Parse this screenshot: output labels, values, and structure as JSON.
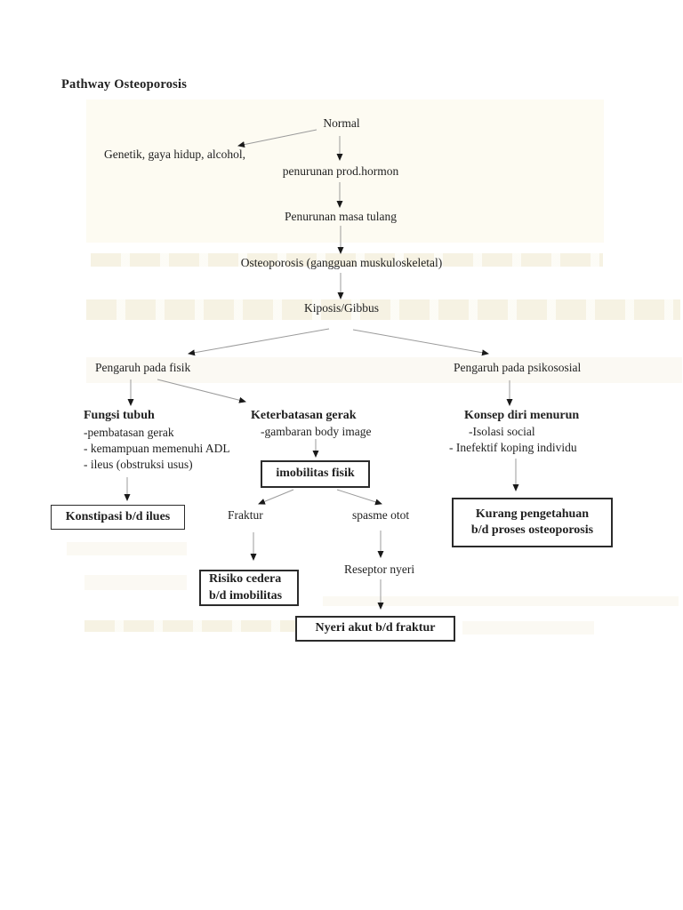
{
  "page": {
    "title": "Pathway Osteoporosis"
  },
  "flowchart": {
    "nodes": {
      "normal": "Normal",
      "genetik": "Genetik, gaya hidup, alcohol,",
      "penurunan_hormon": "penurunan prod.hormon",
      "penurunan_masa": "Penurunan masa tulang",
      "osteoporosis": "Osteoporosis (gangguan muskuloskeletal)",
      "kiposis": "Kiposis/Gibbus",
      "pengaruh_fisik": "Pengaruh pada fisik",
      "pengaruh_psikososial": "Pengaruh pada psikososial",
      "fungsi_tubuh": "Fungsi tubuh",
      "fungsi_item1": "-pembatasan gerak",
      "fungsi_item2": "- kemampuan memenuhi ADL",
      "fungsi_item3": "- ileus (obstruksi usus)",
      "keterbatasan_gerak": "Keterbatasan gerak",
      "gambaran_body_image": "-gambaran body image",
      "konsep_diri_menurun": "Konsep diri menurun",
      "isolasi_social": "-Isolasi social",
      "inefektif_koping": "- Inefektif koping individu",
      "fraktur": "Fraktur",
      "spasme_otot": "spasme otot",
      "reseptor_nyeri": "Reseptor nyeri"
    },
    "diagnosis_boxes": {
      "imobilitas_fisik": "imobilitas fisik",
      "konstipasi": "Konstipasi b/d ilues",
      "kurang_pengetahuan_line1": "Kurang pengetahuan",
      "kurang_pengetahuan_line2": "b/d proses osteoporosis",
      "risiko_cedera_line1": "Risiko cedera",
      "risiko_cedera_line2": "b/d imobilitas",
      "nyeri_akut": "Nyeri akut b/d fraktur"
    },
    "colors": {
      "text": "#1f1f1f",
      "arrow_line": "#9b9b9b",
      "arrow_head": "#1a1a1a",
      "box_border": "#2b2b2b",
      "highlight_cream": "#fdfbf2",
      "highlight_band": "#f3eedb"
    }
  }
}
